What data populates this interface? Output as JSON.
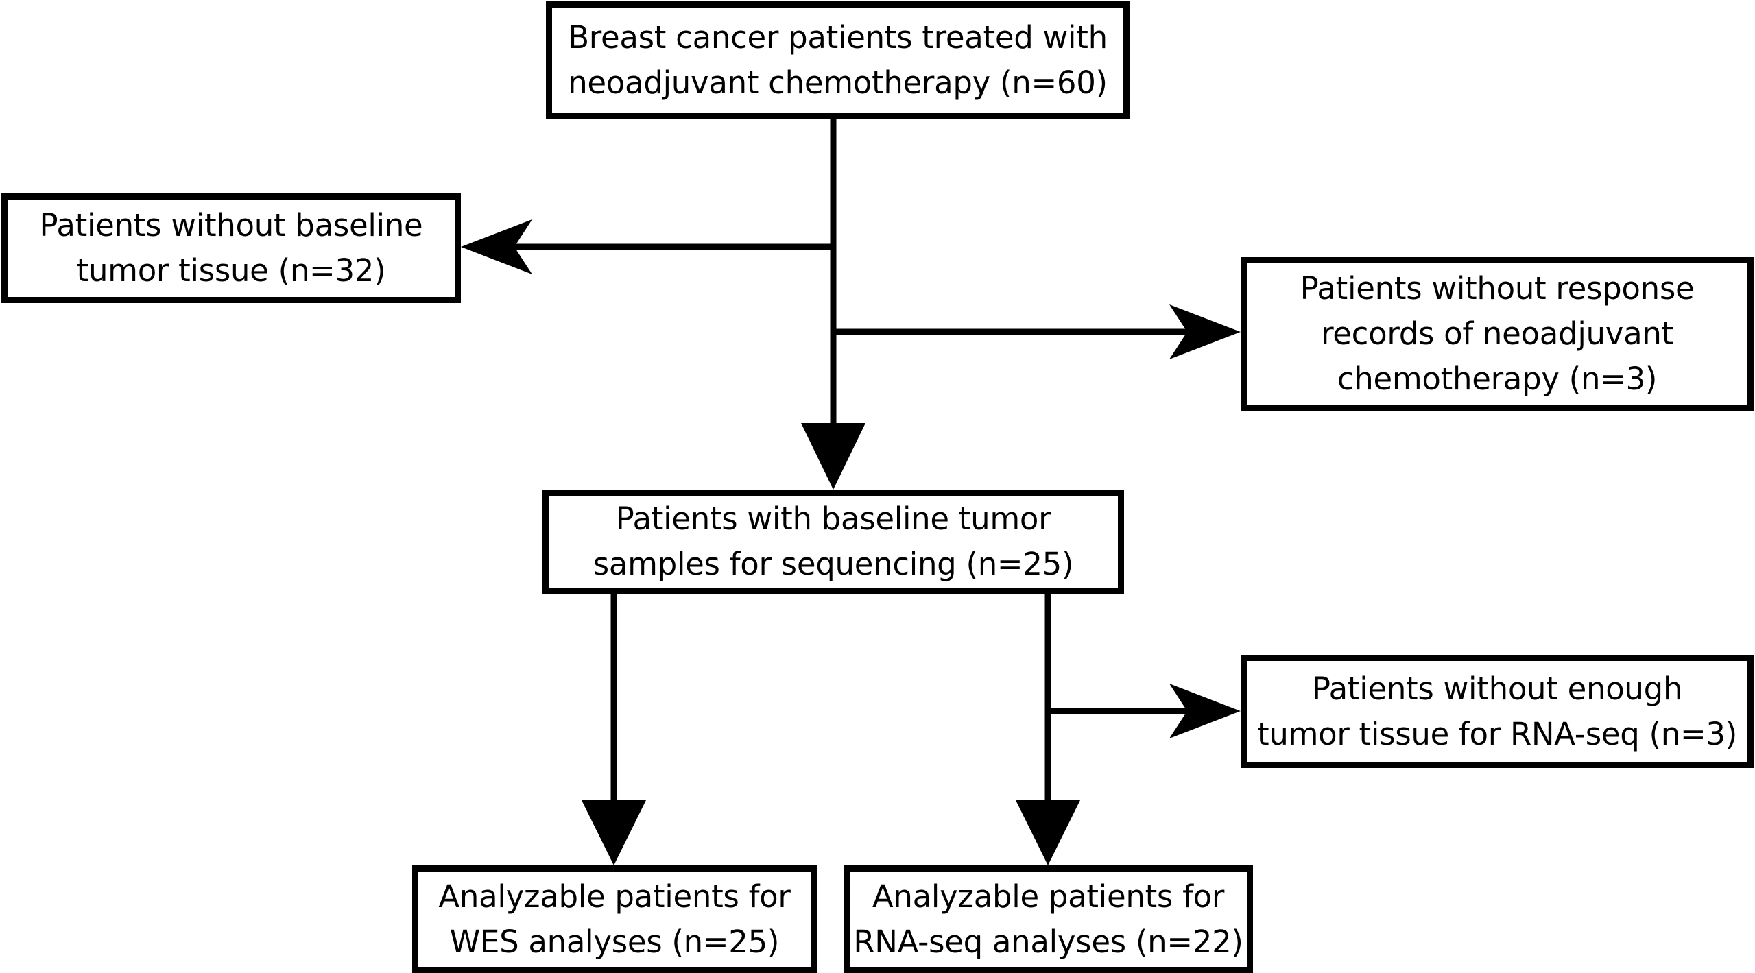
{
  "flowchart": {
    "boxes": {
      "start": "Breast cancer patients treated with\nneoadjuvant chemotherapy (n=60)",
      "no_baseline_tissue": "Patients without baseline\ntumor tissue (n=32)",
      "no_response_records": "Patients without response\nrecords of neoadjuvant\nchemotherapy (n=3)",
      "with_baseline_samples": "Patients with baseline tumor\nsamples for sequencing (n=25)",
      "no_rna_tissue": "Patients without enough\ntumor tissue for RNA-seq (n=3)",
      "wes_analyzable": "Analyzable patients for\nWES analyses (n=25)",
      "rna_analyzable": "Analyzable patients for\nRNA-seq analyses (n=22)"
    },
    "colors": {
      "stroke": "#000000",
      "box_fill": "#ffffff",
      "background": "#ffffff"
    }
  }
}
